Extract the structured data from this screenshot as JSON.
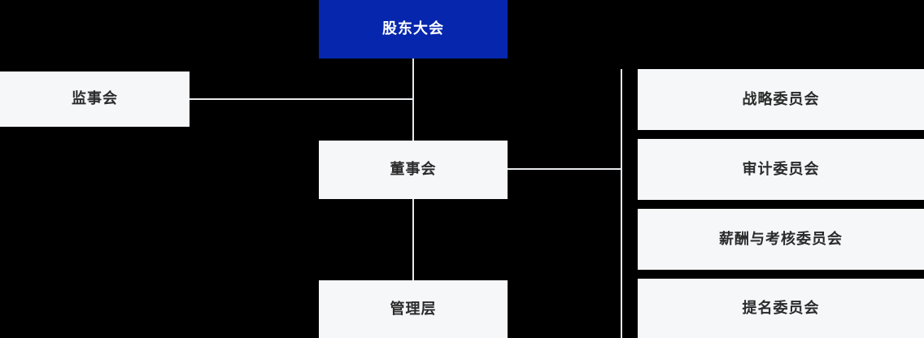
{
  "chart_data": {
    "type": "diagram",
    "subtype": "organization-chart",
    "title": "",
    "nodes": [
      {
        "id": "shareholders",
        "label": "股东大会",
        "level": 0,
        "style": "primary"
      },
      {
        "id": "supervisors",
        "label": "监事会",
        "level": 1,
        "style": "light"
      },
      {
        "id": "board",
        "label": "董事会",
        "level": 1,
        "style": "light"
      },
      {
        "id": "management",
        "label": "管理层",
        "level": 2,
        "style": "light"
      },
      {
        "id": "committee-0",
        "label": "战略委员会",
        "level": 2,
        "style": "light"
      },
      {
        "id": "committee-1",
        "label": "审计委员会",
        "level": 2,
        "style": "light"
      },
      {
        "id": "committee-2",
        "label": "薪酬与考核委员会",
        "level": 2,
        "style": "light"
      },
      {
        "id": "committee-3",
        "label": "提名委员会",
        "level": 2,
        "style": "light"
      }
    ],
    "edges": [
      {
        "from": "shareholders",
        "to": "board"
      },
      {
        "from": "shareholders",
        "to": "supervisors"
      },
      {
        "from": "board",
        "to": "management"
      },
      {
        "from": "board",
        "to": "committee-0"
      },
      {
        "from": "board",
        "to": "committee-1"
      },
      {
        "from": "board",
        "to": "committee-2"
      },
      {
        "from": "board",
        "to": "committee-3"
      }
    ]
  },
  "nodes": {
    "shareholders": {
      "label": "股东大会"
    },
    "supervisors": {
      "label": "监事会"
    },
    "board": {
      "label": "董事会"
    },
    "management": {
      "label": "管理层"
    },
    "committees": [
      {
        "label": "战略委员会"
      },
      {
        "label": "审计委员会"
      },
      {
        "label": "薪酬与考核委员会"
      },
      {
        "label": "提名委员会"
      }
    ]
  },
  "colors": {
    "background": "#000000",
    "primary": "#0526AD",
    "primary_text": "#FFFFFF",
    "node_background": "#F6F7F9",
    "node_text": "#2B2B2B",
    "connector": "#E8EAEC"
  }
}
